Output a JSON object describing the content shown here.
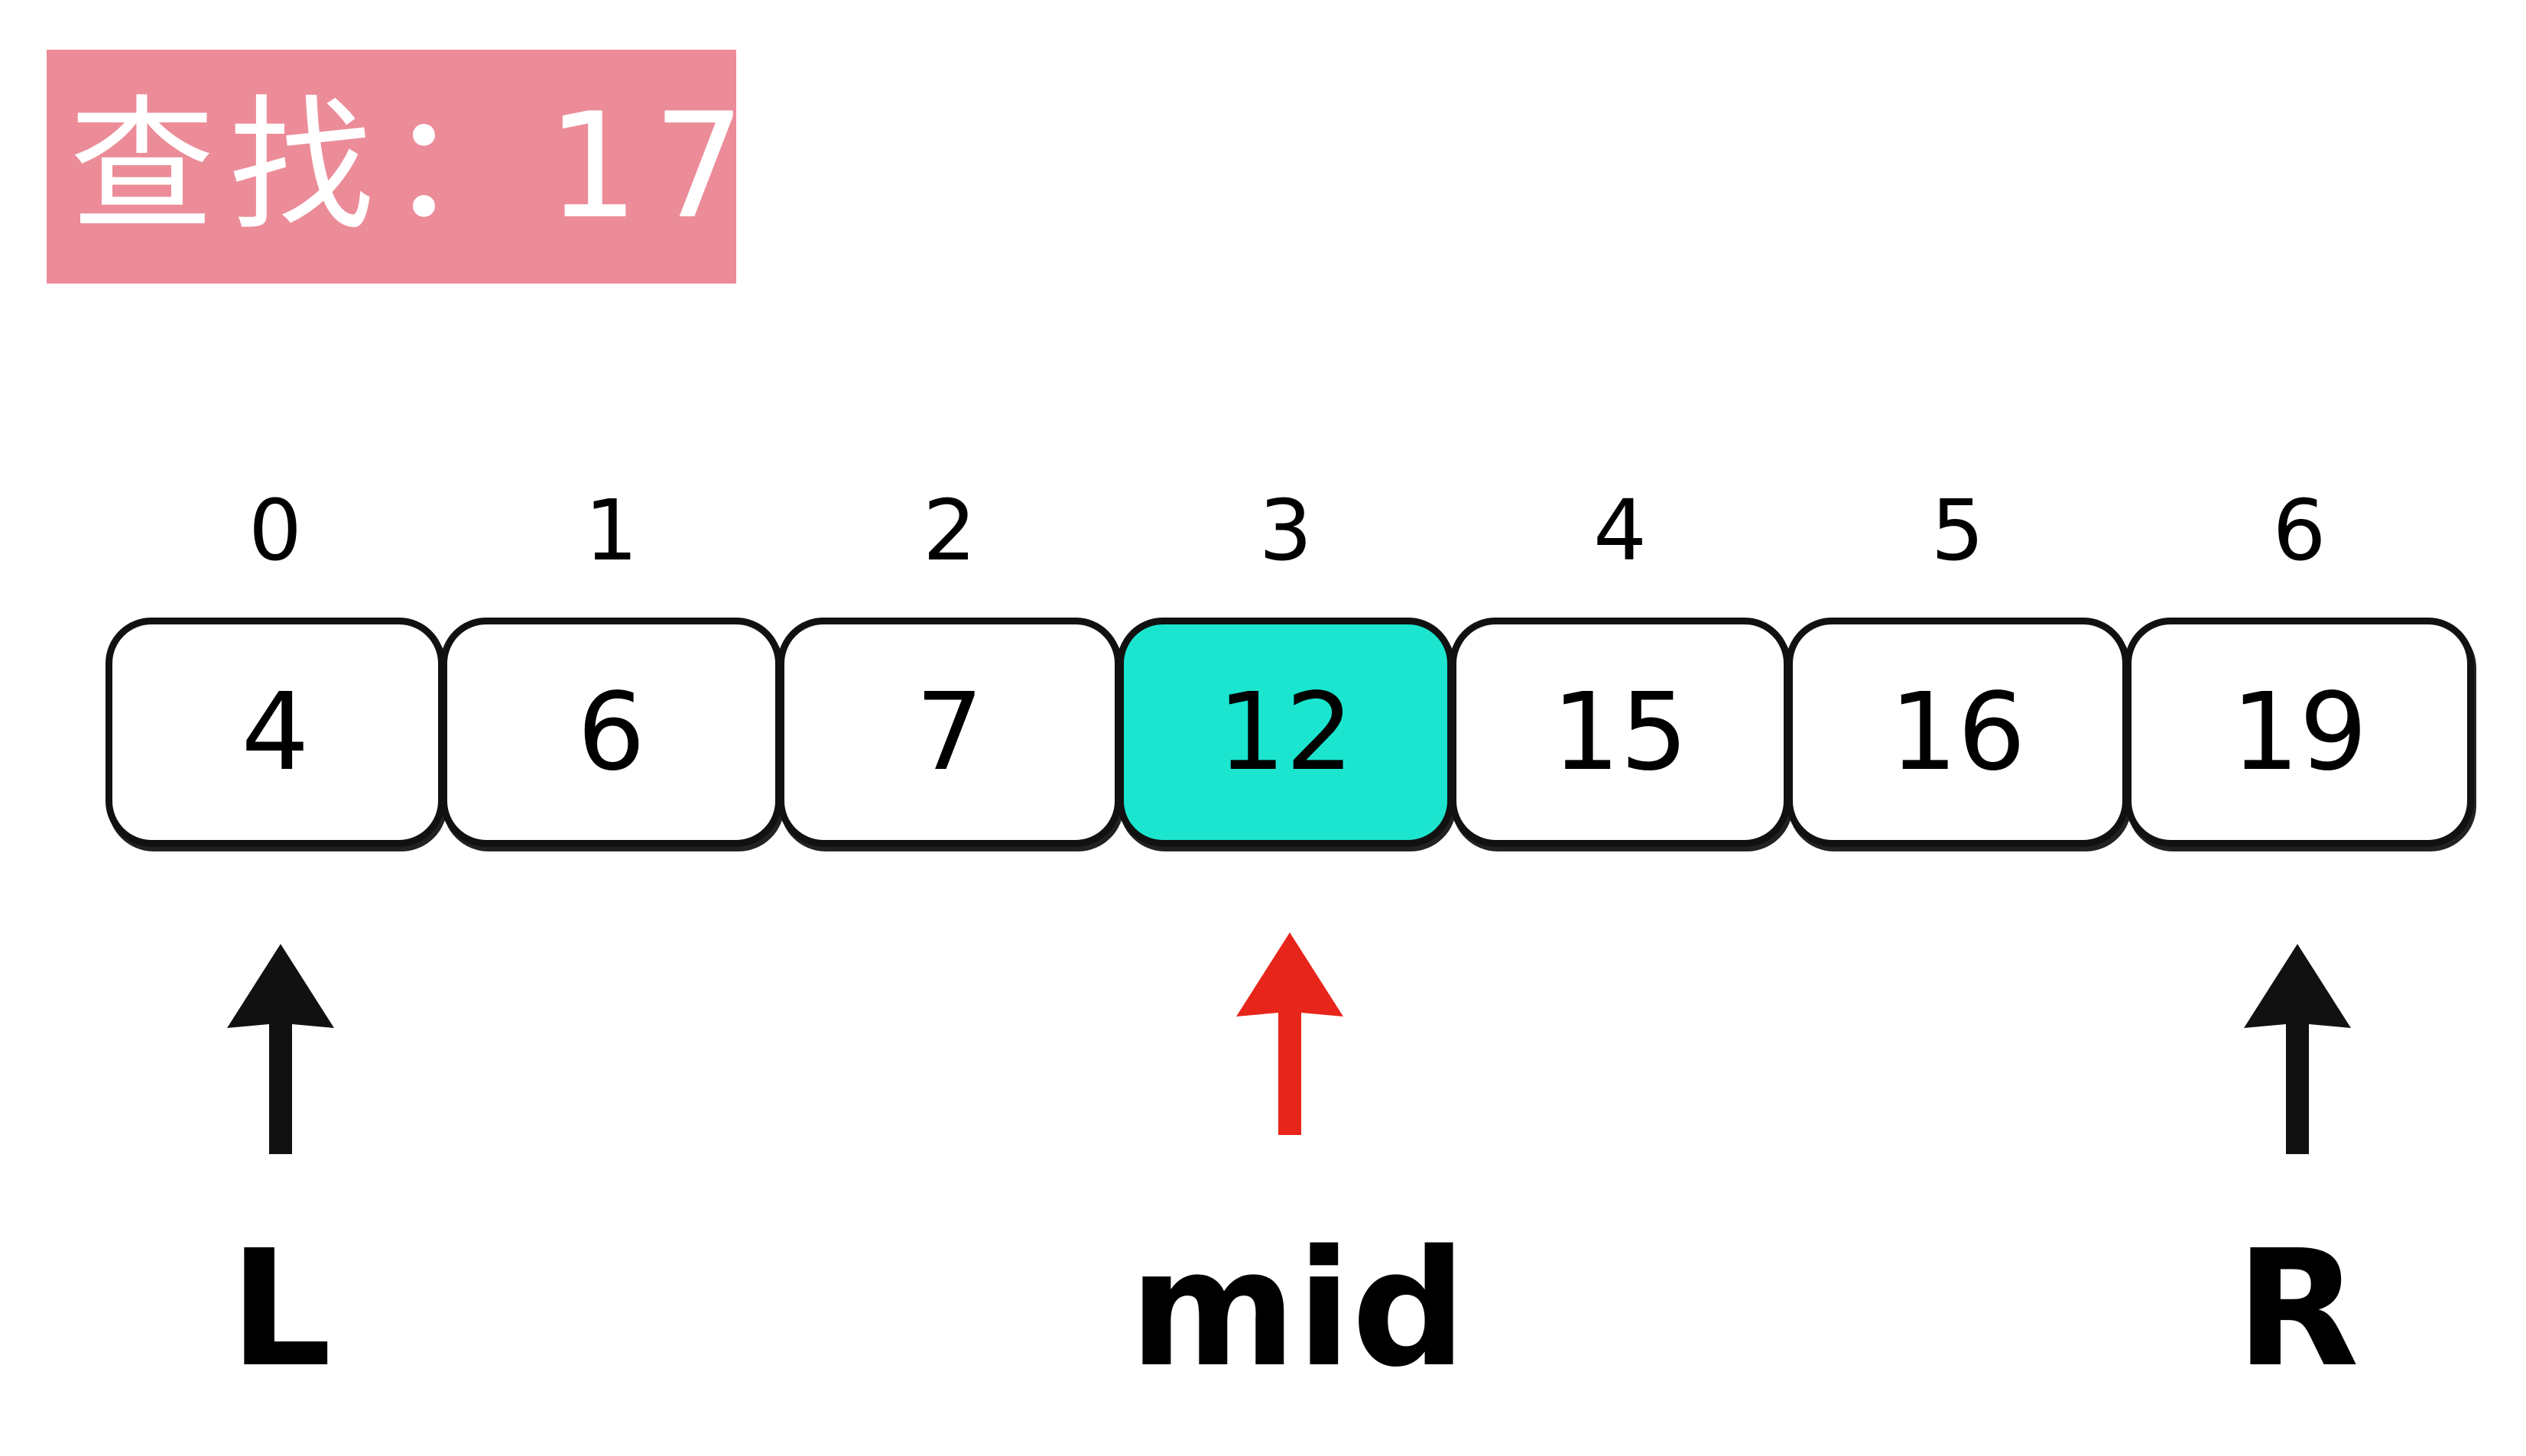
{
  "title": "查找：17",
  "colors": {
    "title_bg": "#EC8C99",
    "mid_cell": "#1BE5CF",
    "mid_arrow": "#E8251A",
    "pointer_arrow": "#111111"
  },
  "indices": [
    "0",
    "1",
    "2",
    "3",
    "4",
    "5",
    "6"
  ],
  "values": [
    "4",
    "6",
    "7",
    "12",
    "15",
    "16",
    "19"
  ],
  "highlighted_index": 3,
  "pointers": {
    "left": "L",
    "mid": "mid",
    "right": "R"
  }
}
